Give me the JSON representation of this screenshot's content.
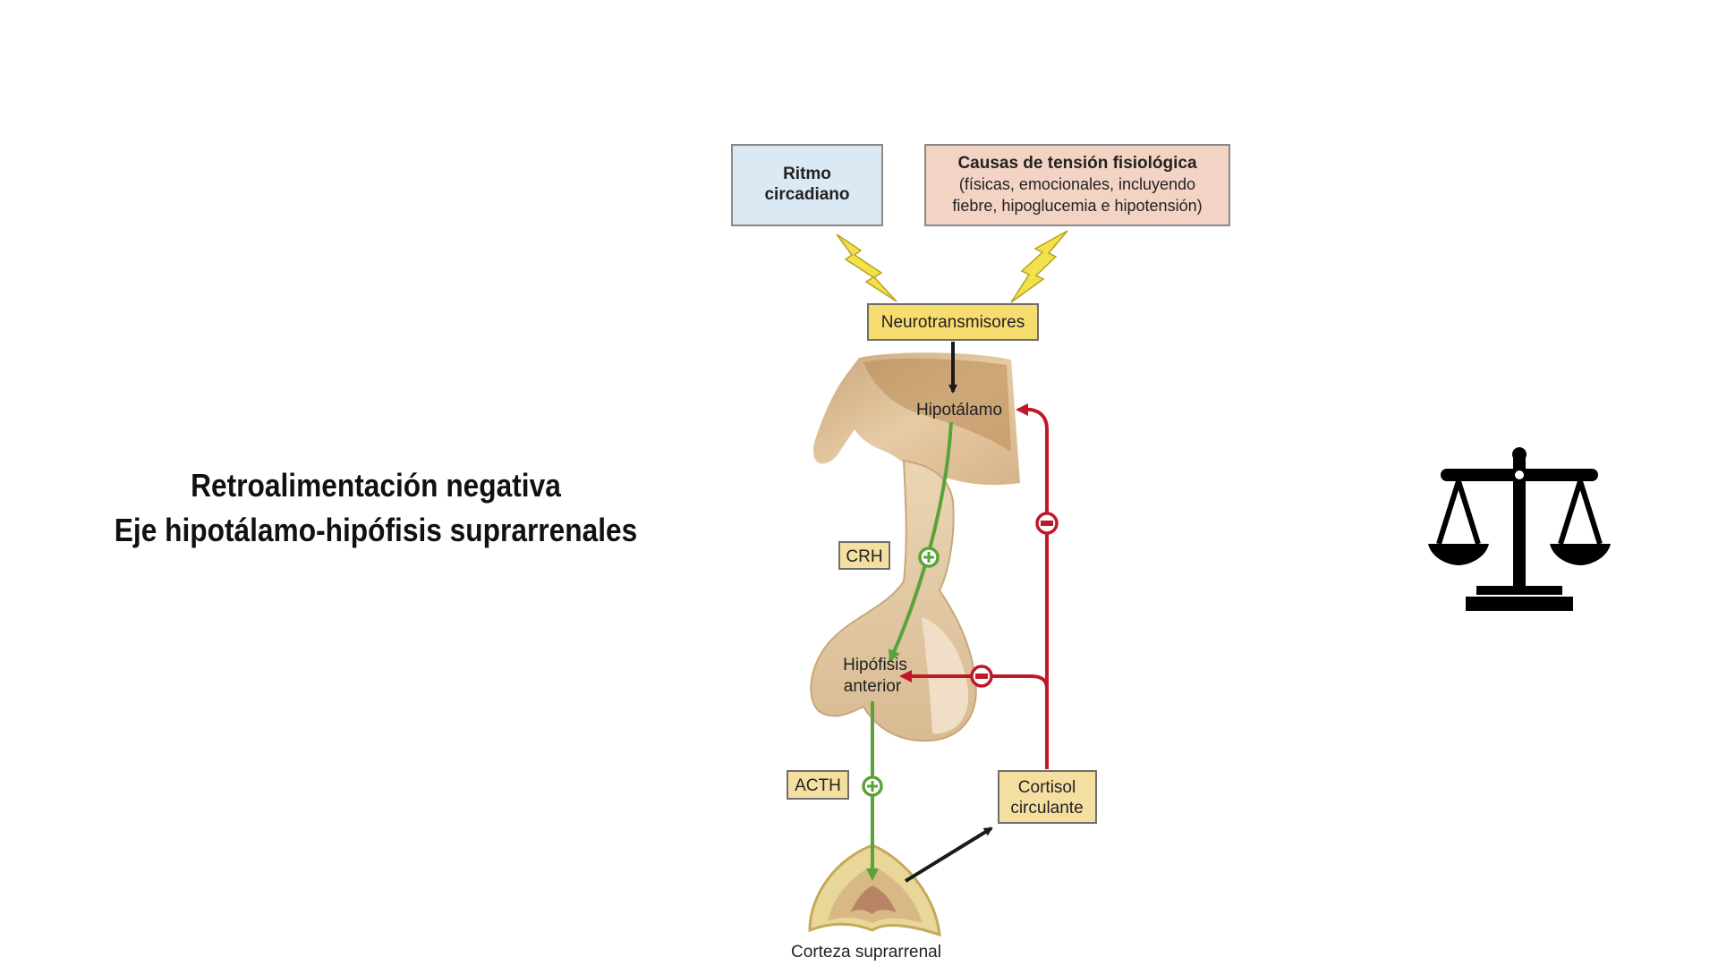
{
  "heading": {
    "line1": "Retroalimentación negativa",
    "line2": "Eje hipotálamo-hipófisis suprarrenales"
  },
  "diagram": {
    "circadian": {
      "line1": "Ritmo",
      "line2": "circadiano"
    },
    "stress": {
      "title": "Causas de tensión fisiológica",
      "line1": "(físicas, emocionales, incluyendo",
      "line2": "fiebre, hipoglucemia e hipotensión)"
    },
    "neurotransmitters": "Neurotransmisores",
    "hypothalamus": "Hipotálamo",
    "crh": "CRH",
    "pituitary": {
      "line1": "Hipófisis",
      "line2": "anterior"
    },
    "acth": "ACTH",
    "cortisol": {
      "line1": "Cortisol",
      "line2": "circulante"
    },
    "adrenal_cortex": "Corteza suprarrenal"
  },
  "colors": {
    "circadian_box": "#dbe9f5",
    "stress_box": "#f3d3c4",
    "label_box": "#f5dfa0",
    "neuro_box": "#f7dc6f",
    "stimulation": "#5aa33a",
    "inhibition": "#c0172a",
    "lightning": "#f2e14c"
  },
  "icons": {
    "right": "scale-balance-icon"
  }
}
